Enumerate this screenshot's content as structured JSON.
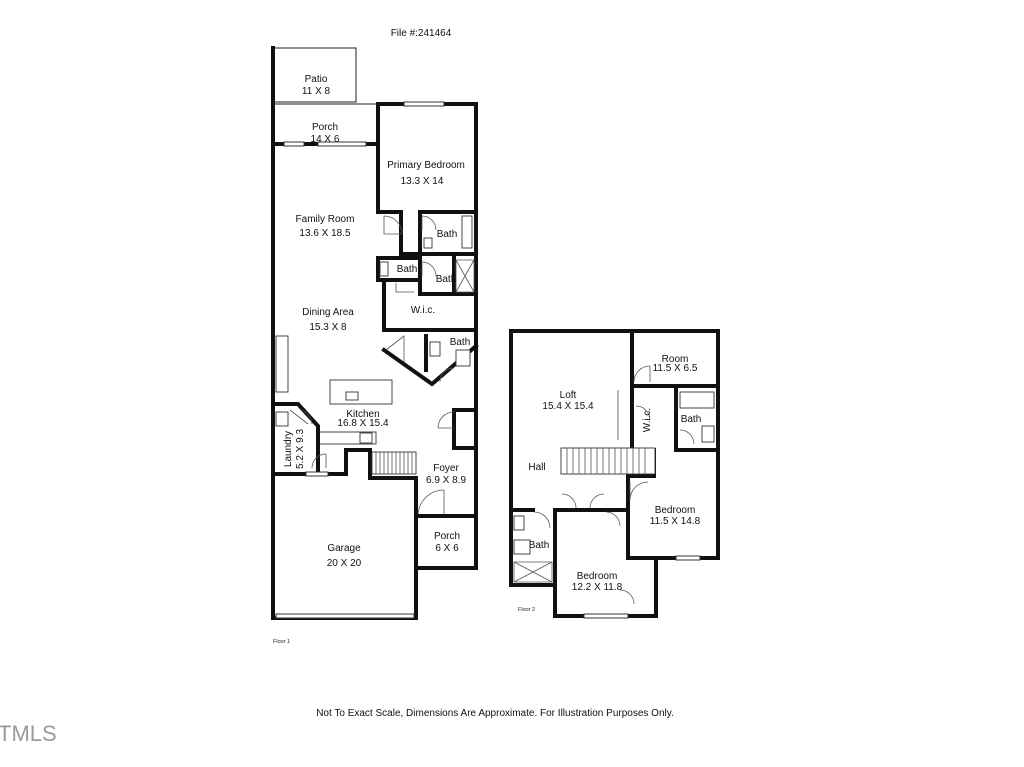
{
  "header": {
    "file_number": "File #:241464"
  },
  "floor1": {
    "label": "Floor 1",
    "rooms": {
      "patio": {
        "name": "Patio",
        "dims": "11 X 8"
      },
      "porch_back": {
        "name": "Porch",
        "dims": "14 X 6"
      },
      "primary_bedroom": {
        "name": "Primary Bedroom",
        "dims": "13.3 X 14"
      },
      "family_room": {
        "name": "Family Room",
        "dims": "13.6 X 18.5"
      },
      "bath_primary": {
        "name": "Bath"
      },
      "bath_half": {
        "name": "Bath"
      },
      "bath_shower": {
        "name": "Bath"
      },
      "wic": {
        "name": "W.i.c."
      },
      "dining_area": {
        "name": "Dining Area",
        "dims": "15.3 X 8"
      },
      "bath_hall": {
        "name": "Bath"
      },
      "kitchen": {
        "name": "Kitchen",
        "dims": "16.8 X 15.4"
      },
      "laundry": {
        "name": "Laundry",
        "dims": "5.2 X 9.3"
      },
      "foyer": {
        "name": "Foyer",
        "dims": "6.9 X 8.9"
      },
      "porch_front": {
        "name": "Porch",
        "dims": "6 X 6"
      },
      "garage": {
        "name": "Garage",
        "dims": "20 X 20"
      }
    }
  },
  "floor2": {
    "label": "Floor 2",
    "rooms": {
      "loft": {
        "name": "Loft",
        "dims": "15.4 X 15.4"
      },
      "room": {
        "name": "Room",
        "dims": "11.5 X 6.5"
      },
      "wic": {
        "name": "W.i.c."
      },
      "bath_upper_right": {
        "name": "Bath"
      },
      "hall": {
        "name": "Hall"
      },
      "bedroom_right": {
        "name": "Bedroom",
        "dims": "11.5 X 14.8"
      },
      "bath_left": {
        "name": "Bath"
      },
      "bedroom_bottom": {
        "name": "Bedroom",
        "dims": "12.2 X 11.8"
      }
    }
  },
  "footer": {
    "disclaimer": "Not To Exact Scale, Dimensions Are Approximate. For Illustration Purposes Only."
  },
  "watermark": {
    "text": "TMLS"
  }
}
